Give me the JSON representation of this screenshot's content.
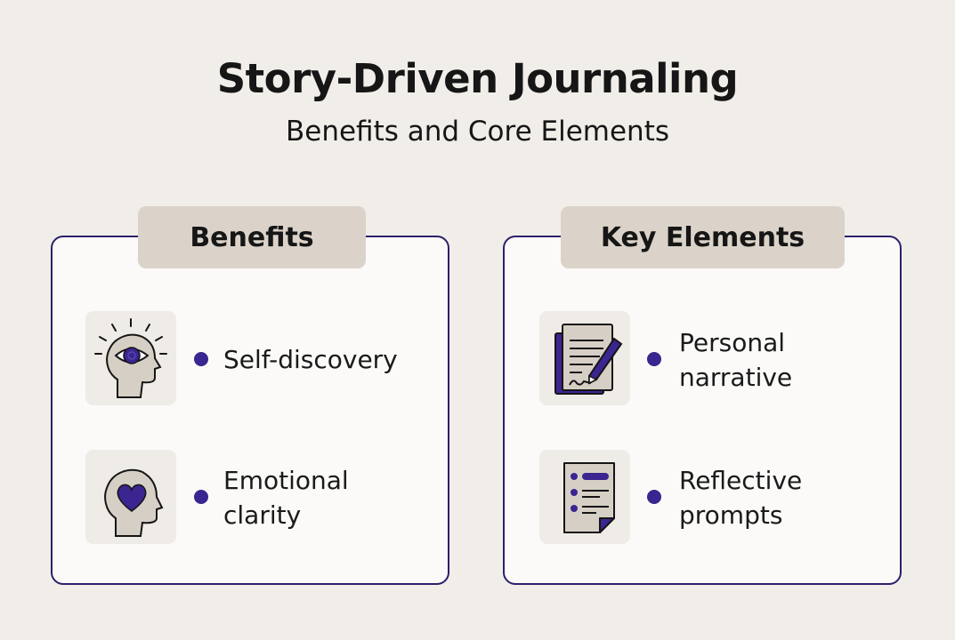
{
  "title": "Story-Driven Journaling",
  "subtitle": "Benefits and Core Elements",
  "colors": {
    "accent": "#3b2590",
    "border": "#2e1f6b",
    "tab": "#dbd3c9",
    "background": "#f1eee9"
  },
  "benefits": {
    "heading": "Benefits",
    "items": [
      {
        "label": "Self-discovery",
        "icon": "head-eye-icon"
      },
      {
        "label": "Emotional clarity",
        "icon": "head-heart-icon"
      }
    ]
  },
  "key_elements": {
    "heading": "Key Elements",
    "items": [
      {
        "label": "Personal narrative",
        "icon": "document-pen-icon"
      },
      {
        "label": "Reflective prompts",
        "icon": "checklist-document-icon"
      }
    ]
  }
}
